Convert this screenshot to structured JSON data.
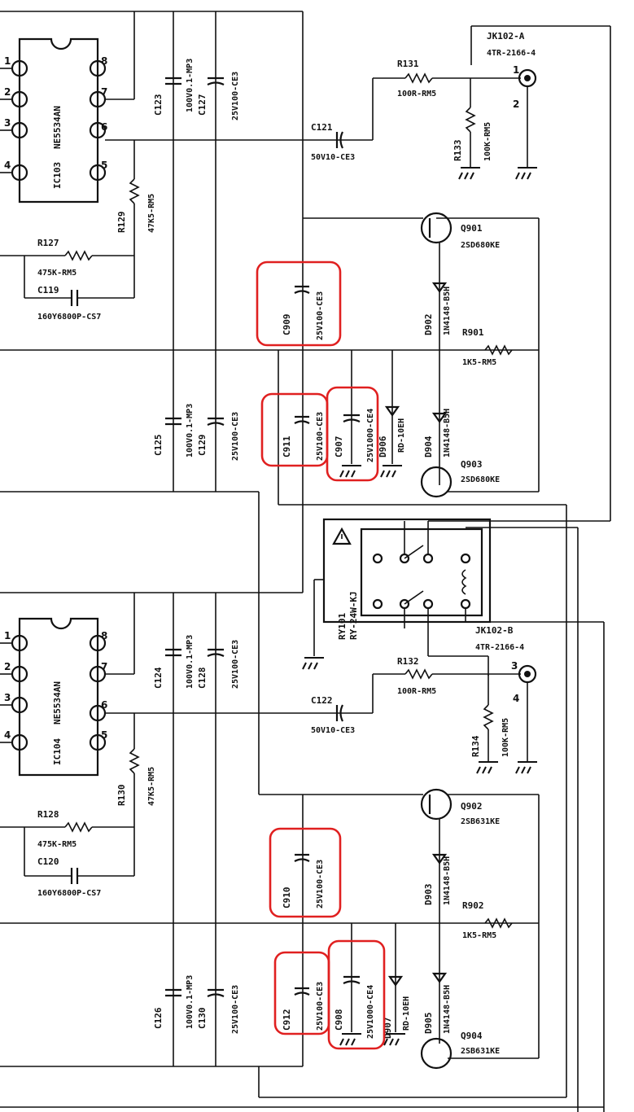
{
  "colors": {
    "ink": "#111111",
    "highlight": "#e02020",
    "paper": "#ffffff"
  },
  "ic": [
    {
      "ref": "IC103",
      "part": "NE5534AN"
    },
    {
      "ref": "IC104",
      "part": "NE5534AN"
    }
  ],
  "pins": [
    "1",
    "2",
    "3",
    "4",
    "5",
    "6",
    "7",
    "8"
  ],
  "jacks": [
    {
      "ref": "JK102-A",
      "part": "4TR-2166-4",
      "pin_a": "1",
      "pin_b": "2"
    },
    {
      "ref": "JK102-B",
      "part": "4TR-2166-4",
      "pin_a": "3",
      "pin_b": "4"
    }
  ],
  "relay": {
    "ref": "RY101",
    "part": "RY-24W-KJ",
    "warning_icon": "warning-triangle"
  },
  "components": {
    "r131": "R131",
    "r131_val": "100R-RM5",
    "r133": "R133",
    "r133_val": "100K-RM5",
    "r132": "R132",
    "r132_val": "100R-RM5",
    "r134": "R134",
    "r134_val": "100K-RM5",
    "r127": "R127",
    "r127_val": "475K-RM5",
    "r128": "R128",
    "r128_val": "475K-RM5",
    "r129": "R129",
    "r129_val": "47K5-RM5",
    "r130": "R130",
    "r130_val": "47K5-RM5",
    "r901": "R901",
    "r901_val": "1K5-RM5",
    "r902": "R902",
    "r902_val": "1K5-RM5",
    "c119": "C119",
    "c119_val": "160Y6800P-CS7",
    "c120": "C120",
    "c120_val": "160Y6800P-CS7",
    "c121": "C121",
    "c121_val": "50V10-CE3",
    "c122": "C122",
    "c122_val": "50V10-CE3",
    "c123": "C123",
    "c123_val": "100V0.1-MP3",
    "c124": "C124",
    "c124_val": "100V0.1-MP3",
    "c125": "C125",
    "c125_val": "100V0.1-MP3",
    "c126": "C126",
    "c126_val": "100V0.1-MP3",
    "c127": "C127",
    "c127_val": "25V100-CE3",
    "c128": "C128",
    "c128_val": "25V100-CE3",
    "c129": "C129",
    "c129_val": "25V100-CE3",
    "c130": "C130",
    "c130_val": "25V100-CE3",
    "c909": "C909",
    "c909_val": "25V100-CE3",
    "c910": "C910",
    "c910_val": "25V100-CE3",
    "c911": "C911",
    "c911_val": "25V100-CE3",
    "c912": "C912",
    "c912_val": "25V100-CE3",
    "c907": "C907",
    "c907_val": "25V1000-CE4",
    "c908": "C908",
    "c908_val": "25V1000-CE4",
    "d902": "D902",
    "d902_val": "1N4148-B5H",
    "d903": "D903",
    "d903_val": "1N4148-B5H",
    "d904": "D904",
    "d904_val": "1N4148-B5H",
    "d905": "D905",
    "d905_val": "1N4148-B5H",
    "d906": "D906",
    "d906_val": "RD-10EH",
    "d907": "D907",
    "d907_val": "RD-10EH",
    "q901": "Q901",
    "q901_val": "2SD680KE",
    "q903": "Q903",
    "q903_val": "2SD680KE",
    "q902": "Q902",
    "q902_val": "2SB631KE",
    "q904": "Q904",
    "q904_val": "2SB631KE"
  }
}
